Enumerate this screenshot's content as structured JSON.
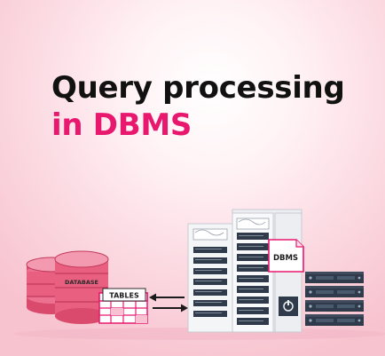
{
  "title": {
    "line1": "Query processing",
    "line2": "in DBMS"
  },
  "illustration": {
    "database_label": "DATABASE",
    "tables_label": "TABLES",
    "dbms_label": "DBMS"
  },
  "colors": {
    "accent": "#e8186e",
    "title_text": "#111111",
    "cylinder": "#e95f7f",
    "server_dark": "#2f3a4a",
    "background": "#fcdbe3"
  },
  "icons": [
    "database-icon",
    "table-icon",
    "arrow-right-icon",
    "arrow-left-icon",
    "server-rack-icon",
    "dbms-document-icon",
    "server-unit-icon"
  ]
}
